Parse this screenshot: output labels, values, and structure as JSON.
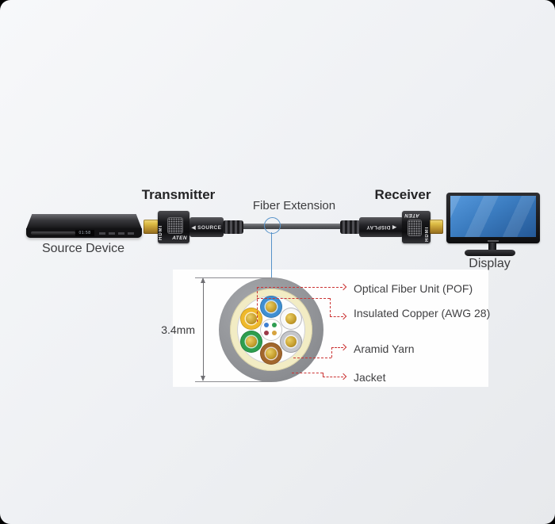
{
  "top_row": {
    "source_device_label": "Source Device",
    "transmitter_label": "Transmitter",
    "fiber_extension_label": "Fiber Extension",
    "receiver_label": "Receiver",
    "display_label": "Display"
  },
  "source_device": {
    "display_text": "01:58"
  },
  "transmitter_connector": {
    "hdmi_text": "HDMI",
    "sleeve_text": "◀ SOURCE",
    "brand_text": "ATEN"
  },
  "receiver_connector": {
    "hdmi_text": "HDMI",
    "sleeve_text": "◀ DISPLAY",
    "brand_text": "ATEN"
  },
  "cross_section": {
    "dimension_label": "3.4mm",
    "callouts": [
      {
        "label": "Optical Fiber Unit (POF)"
      },
      {
        "label": "Insulated Copper (AWG 28)"
      },
      {
        "label": "Aramid Yarn"
      },
      {
        "label": "Jacket"
      }
    ],
    "colors": {
      "jacket": "#929498",
      "aramid_yarn": "#f2ecc4",
      "interior": "#fdfdfd",
      "copper_core": "#c49c2c",
      "callout_line": "#cb3434",
      "marker_blue": "#5793c9"
    },
    "wires": [
      {
        "name": "wire-top-blue",
        "color": "#3f8fd2"
      },
      {
        "name": "wire-upper-left-yellow",
        "color": "#efb92a"
      },
      {
        "name": "wire-upper-right-white",
        "color": "#f8f8f8"
      },
      {
        "name": "wire-lower-left-green",
        "color": "#2d9e4e"
      },
      {
        "name": "wire-lower-right-silver",
        "color": "#c5c6ca"
      },
      {
        "name": "wire-bottom-brown",
        "color": "#a2672c"
      }
    ],
    "fiber_dots": [
      {
        "name": "fiber-blue",
        "color": "#3d7fd1"
      },
      {
        "name": "fiber-green",
        "color": "#2f9e52"
      },
      {
        "name": "fiber-maroon",
        "color": "#9c3a49"
      },
      {
        "name": "fiber-orange",
        "color": "#d7a33e"
      }
    ]
  }
}
